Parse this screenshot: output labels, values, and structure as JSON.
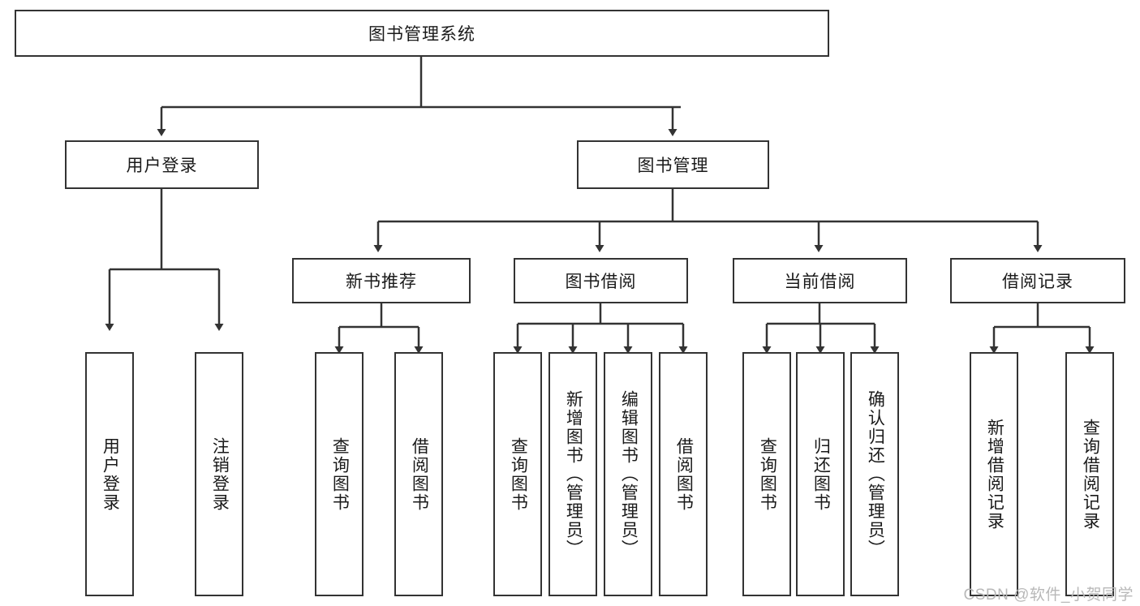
{
  "diagram": {
    "title": "图书管理系统",
    "type": "tree",
    "root": {
      "label": "图书管理系统"
    },
    "level2": [
      {
        "label": "用户登录"
      },
      {
        "label": "图书管理"
      }
    ],
    "level3": [
      {
        "label": "新书推荐"
      },
      {
        "label": "图书借阅"
      },
      {
        "label": "当前借阅"
      },
      {
        "label": "借阅记录"
      }
    ],
    "leaves": {
      "user_login": [
        {
          "label": "用户登录"
        },
        {
          "label": "注销登录"
        }
      ],
      "new_book_recommend": [
        {
          "label": "查询图书"
        },
        {
          "label": "借阅图书"
        }
      ],
      "book_borrow": [
        {
          "label": "查询图书"
        },
        {
          "label": "新增图书（管理员）"
        },
        {
          "label": "编辑图书（管理员）"
        },
        {
          "label": "借阅图书"
        }
      ],
      "current_borrow": [
        {
          "label": "查询图书"
        },
        {
          "label": "归还图书"
        },
        {
          "label": "确认归还（管理员）"
        }
      ],
      "borrow_record": [
        {
          "label": "新增借阅记录"
        },
        {
          "label": "查询借阅记录"
        }
      ]
    }
  },
  "watermark": {
    "text": "CSDN @软件_小贺同学"
  },
  "colors": {
    "stroke": "#333333",
    "box_fill": "#ffffff",
    "text": "#1a1a1a",
    "watermark": "#b8b8b8"
  }
}
